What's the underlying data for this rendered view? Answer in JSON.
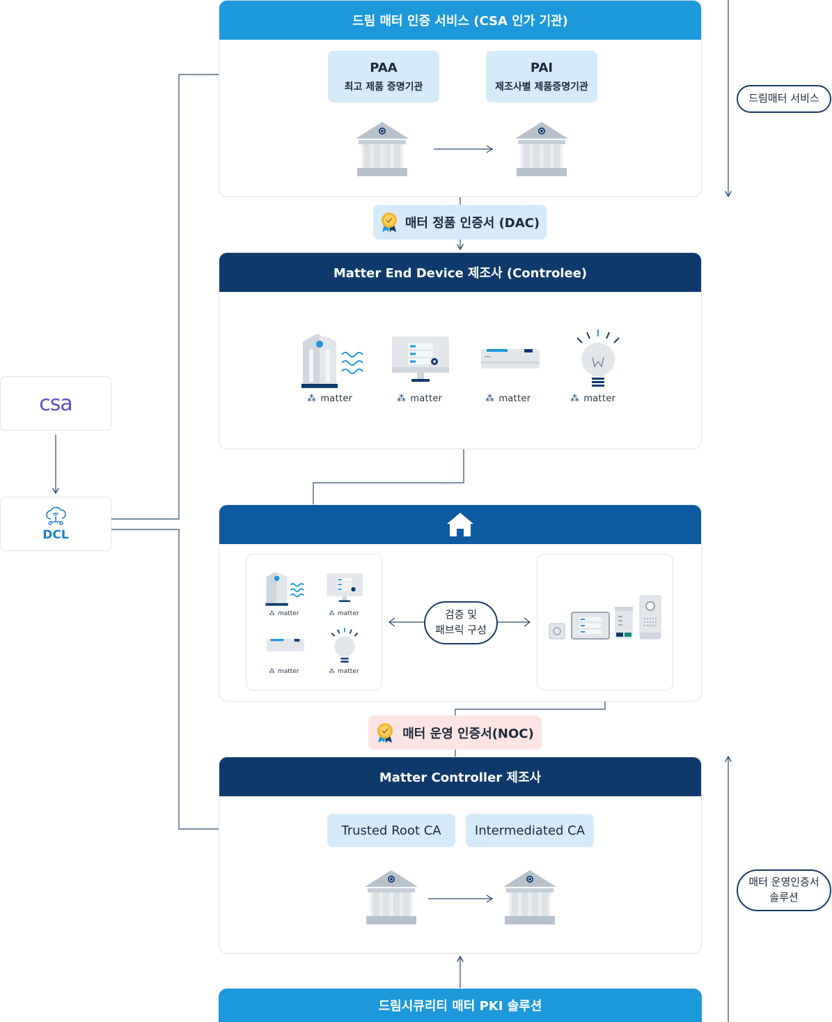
{
  "top_panel": {
    "title": "드림 매터 인증 서비스 (CSA 인가 기관)",
    "paa": {
      "title": "PAA",
      "subtitle": "최고 제품 증명기관"
    },
    "pai": {
      "title": "PAI",
      "subtitle": "제조사별 제품증명기관"
    }
  },
  "dac_badge": "매터 정품 인증서 (DAC)",
  "device_panel": {
    "title": "Matter End Device 제조사 (Controlee)",
    "devices": [
      {
        "icon": "air-purifier-icon",
        "label": "matter"
      },
      {
        "icon": "monitor-icon",
        "label": "matter"
      },
      {
        "icon": "air-conditioner-icon",
        "label": "matter"
      },
      {
        "icon": "light-bulb-icon",
        "label": "matter"
      }
    ]
  },
  "home_panel": {
    "icon": "home-icon",
    "devices": [
      {
        "icon": "air-purifier-icon",
        "label": "matter"
      },
      {
        "icon": "monitor-icon",
        "label": "matter"
      },
      {
        "icon": "air-conditioner-icon",
        "label": "matter"
      },
      {
        "icon": "light-bulb-icon",
        "label": "matter"
      }
    ],
    "verify_label_line1": "검증 및",
    "verify_label_line2": "패브릭 구성"
  },
  "noc_badge": "매터 운영 인증서(NOC)",
  "controller_panel": {
    "title": "Matter Controller 제조사",
    "root_ca": "Trusted Root CA",
    "intermediate_ca": "Intermediated CA"
  },
  "footer": "드림시큐리티 매터 PKI 솔루션",
  "side": {
    "csa_logo": "csa",
    "dcl_label": "DCL",
    "service_pill": "드림매터 서비스",
    "solution_pill_line1": "매터 운영인증서",
    "solution_pill_line2": "솔루션"
  },
  "colors": {
    "bright_blue": "#1d98da",
    "navy": "#0e3a6b",
    "mid_blue": "#0d5aa0",
    "chip_blue": "#d6ebfa",
    "noc_pink": "#fde4e4",
    "line": "#2a4a6e",
    "csa_purple": "#5a4fcf"
  }
}
